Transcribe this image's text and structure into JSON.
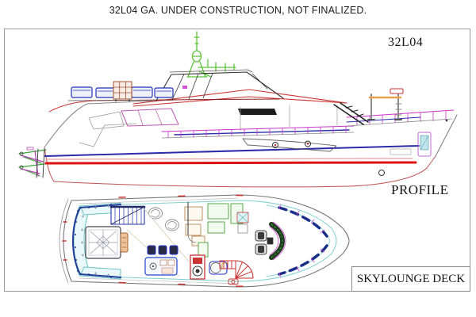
{
  "title": "32L04 GA. UNDER CONSTRUCTION, NOT FINALIZED.",
  "labels": {
    "model": "32L04",
    "profile_view": "PROFILE",
    "deck_view": "SKYLOUNGE DECK"
  },
  "colors": {
    "frame_gray": "#9a9a9a",
    "hull_stripe_red": "#dd1111",
    "linework_red": "#cc3333",
    "rail_magenta": "#cc33cc",
    "rubrail_blue": "#2a2aaa",
    "mast_green": "#55bb33",
    "bench_cyan": "#7fcfcf",
    "crane_orange": "#e8a050",
    "furniture_blue": "#2233bb",
    "lounge_green": "#55aa44",
    "table_tan": "#c09060"
  }
}
